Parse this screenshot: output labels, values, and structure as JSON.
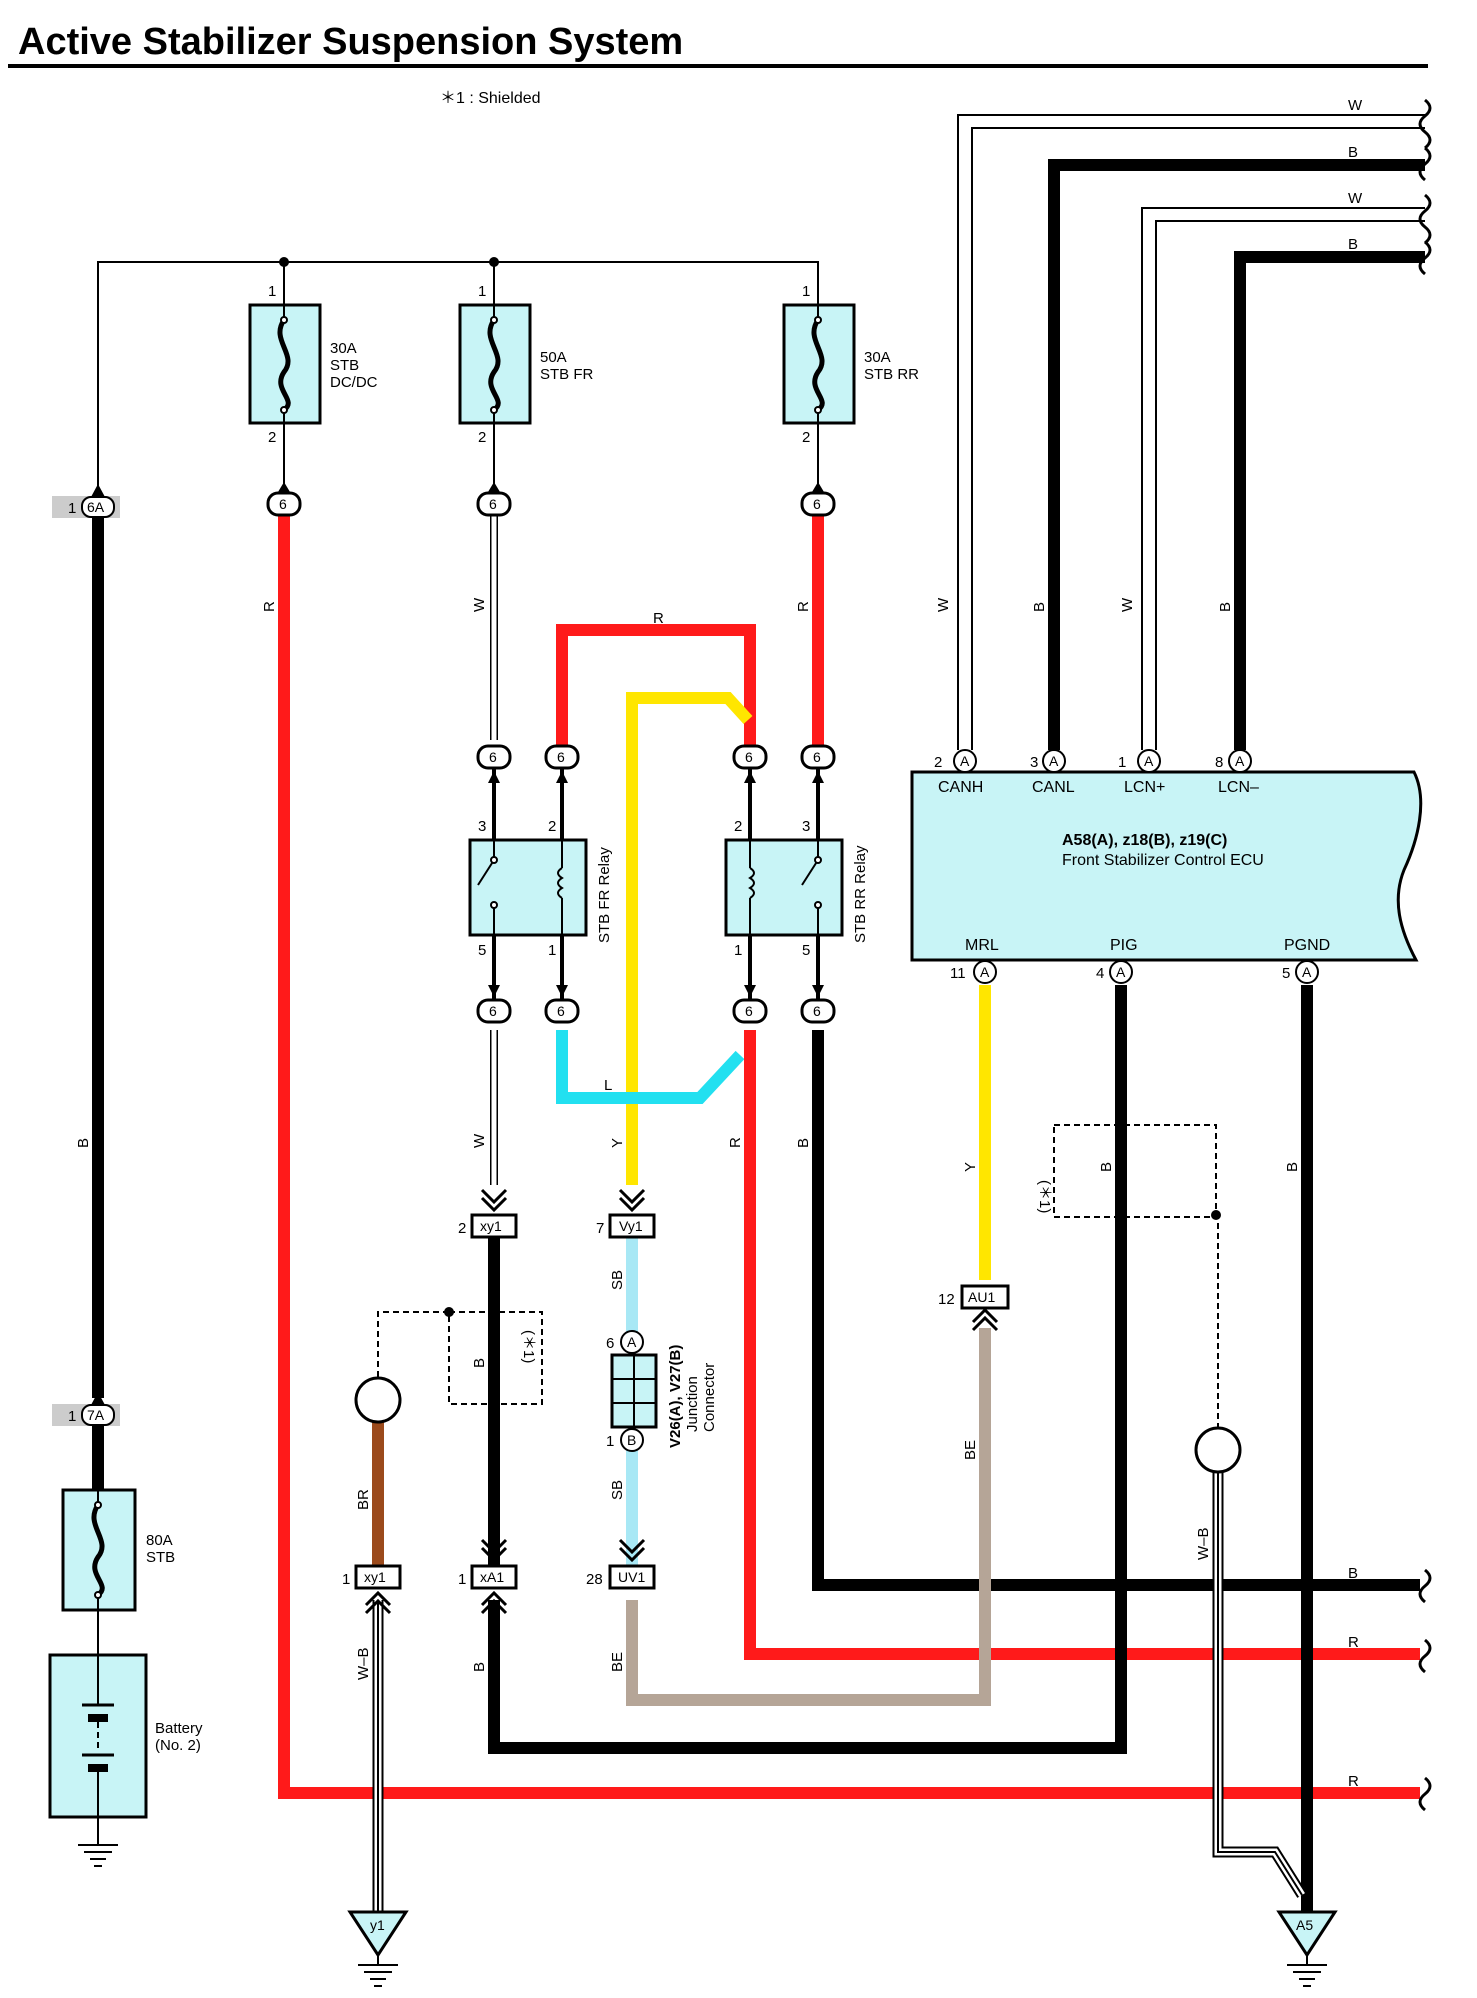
{
  "title": "Active Stabilizer Suspension System",
  "note": "＊1 : Shielded",
  "colors": {
    "black": "#000000",
    "red": "#ff1a1a",
    "yellow": "#ffe600",
    "cyan": "#22e0f0",
    "lightblue": "#a8e8f5",
    "tan": "#b5a597",
    "brown": "#9b4a1c",
    "box": "#c8f4f6",
    "gray": "#cccccc"
  },
  "fuses": {
    "dcdc": {
      "line1": "30A",
      "line2": "STB",
      "line3": "DC/DC",
      "pin_top": "1",
      "pin_bottom": "2"
    },
    "fr": {
      "line1": "50A",
      "line2": "STB FR",
      "pin_top": "1",
      "pin_bottom": "2"
    },
    "rr": {
      "line1": "30A",
      "line2": "STB RR",
      "pin_top": "1",
      "pin_bottom": "2"
    },
    "main": {
      "line1": "80A",
      "line2": "STB"
    }
  },
  "battery": {
    "line1": "Battery",
    "line2": "(No. 2)"
  },
  "connectors": {
    "c6a": {
      "label": "6A",
      "pin": "1"
    },
    "c7a": {
      "label": "7A",
      "pin": "1"
    },
    "c6": "6",
    "xy1": {
      "label": "xy1",
      "pin": "2"
    },
    "vy1": {
      "label": "Vy1",
      "pin": "7"
    },
    "au1": {
      "label": "AU1",
      "pin": "12"
    },
    "xy1b": {
      "label": "xy1",
      "pin": "1"
    },
    "xa1": {
      "label": "xA1",
      "pin": "1"
    },
    "uv1": {
      "label": "UV1",
      "pin": "28"
    },
    "ground_y1": "y1",
    "ground_a5": "A5"
  },
  "relays": {
    "fr": {
      "name": "STB FR Relay",
      "pin_tl": "3",
      "pin_tr": "2",
      "pin_bl": "5",
      "pin_br": "1"
    },
    "rr": {
      "name": "STB RR Relay",
      "pin_tl": "2",
      "pin_tr": "3",
      "pin_bl": "1",
      "pin_br": "5"
    }
  },
  "junction": {
    "name1": "V26(A), V27(B)",
    "name2": "Junction",
    "name3": "Connector",
    "pin_a": "6",
    "pin_a_label": "A",
    "pin_b": "1",
    "pin_b_label": "B"
  },
  "ecu": {
    "name1": "A58(A), z18(B), z19(C)",
    "name2": "Front Stabilizer Control ECU",
    "top_pins": [
      {
        "num": "2",
        "conn": "A",
        "label": "CANH"
      },
      {
        "num": "3",
        "conn": "A",
        "label": "CANL"
      },
      {
        "num": "1",
        "conn": "A",
        "label": "LCN+"
      },
      {
        "num": "8",
        "conn": "A",
        "label": "LCN–"
      }
    ],
    "bottom_pins": [
      {
        "num": "11",
        "conn": "A",
        "label": "MRL"
      },
      {
        "num": "4",
        "conn": "A",
        "label": "PIG"
      },
      {
        "num": "5",
        "conn": "A",
        "label": "PGND"
      }
    ]
  },
  "shield_label": "(＊1)",
  "wire_labels": {
    "W": "W",
    "B": "B",
    "R": "R",
    "Y": "Y",
    "L": "L",
    "SB": "SB",
    "BE": "BE",
    "BR": "BR",
    "WB": "W–B"
  }
}
